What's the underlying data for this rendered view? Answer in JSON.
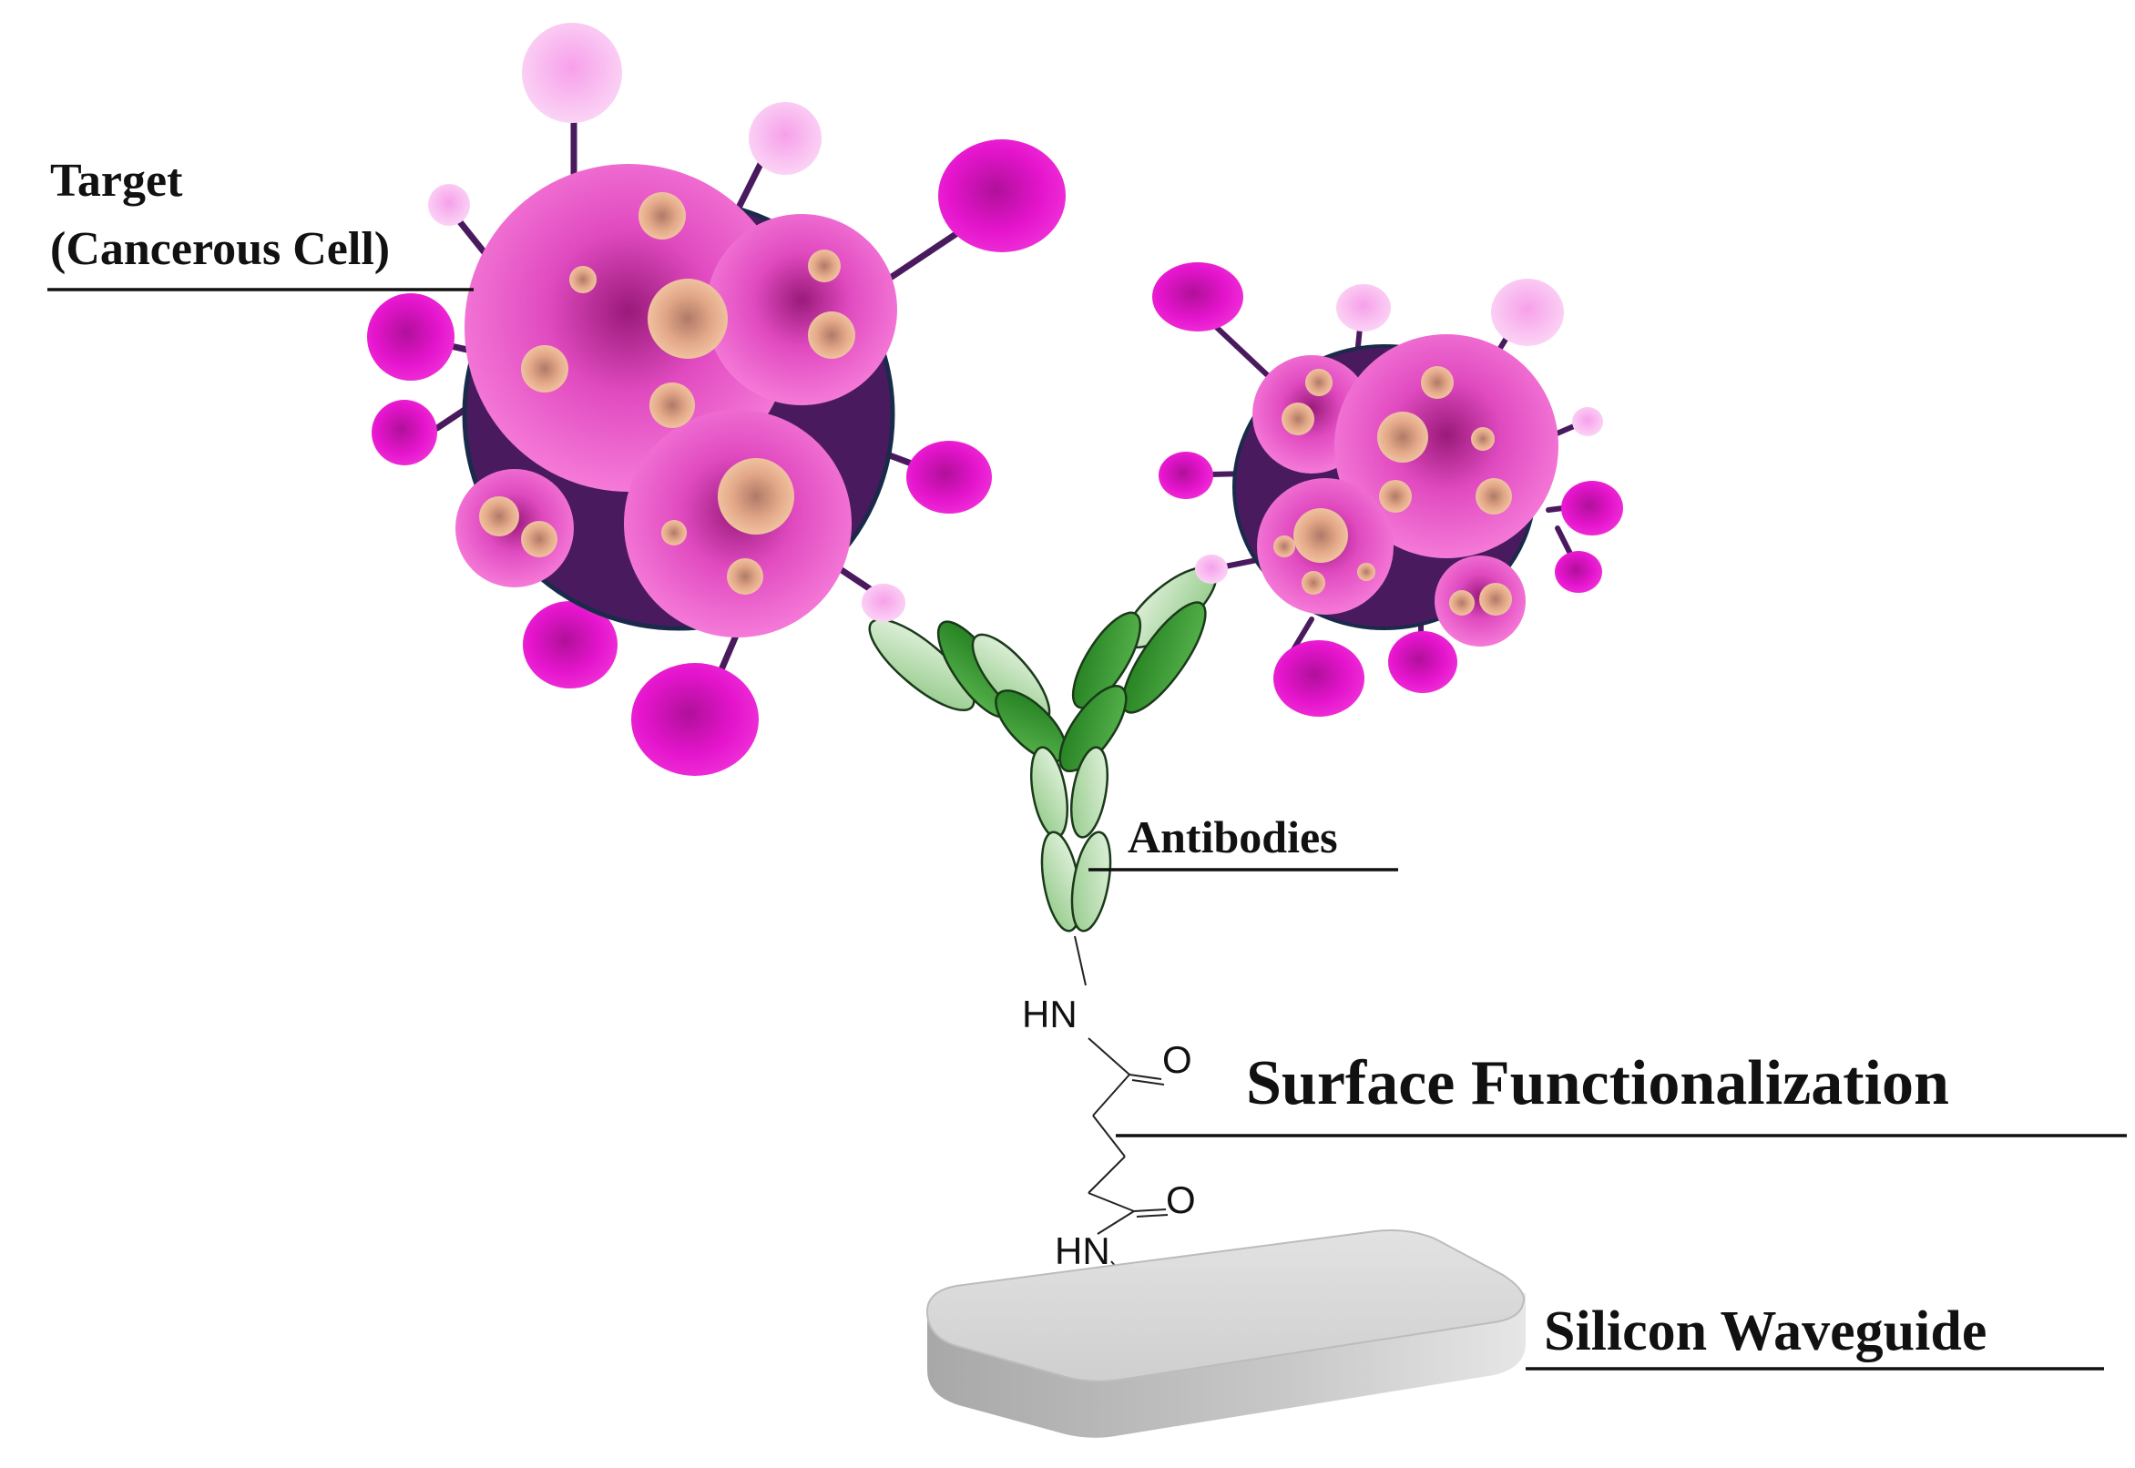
{
  "labels": {
    "target_line1": "Target",
    "target_line2": "(Cancerous Cell)",
    "antibodies": "Antibodies",
    "surface": "Surface Functionalization",
    "waveguide": "Silicon Waveguide"
  },
  "linker": {
    "nh_top": "HN",
    "o_top": "O",
    "o_bottom": "O",
    "nh_bottom": "HN"
  },
  "colors": {
    "cell_body": "#4a1a5e",
    "cell_outline": "#1a2a4a",
    "blob_pink": "#f05ad0",
    "knob_magenta": "#e010c8",
    "knob_light": "#f3a8ec",
    "spot": "#e8b08a",
    "antibody_dark": "#2f8a2a",
    "antibody_light": "#bfe0b8",
    "stalk": "#4a1a5e",
    "waveguide": "#d6d6d6"
  },
  "icons": {
    "cell_left": "cancer-cell-icon",
    "cell_right": "cancer-cell-icon",
    "antibody": "antibody-icon",
    "waveguide": "waveguide-slab-icon"
  }
}
